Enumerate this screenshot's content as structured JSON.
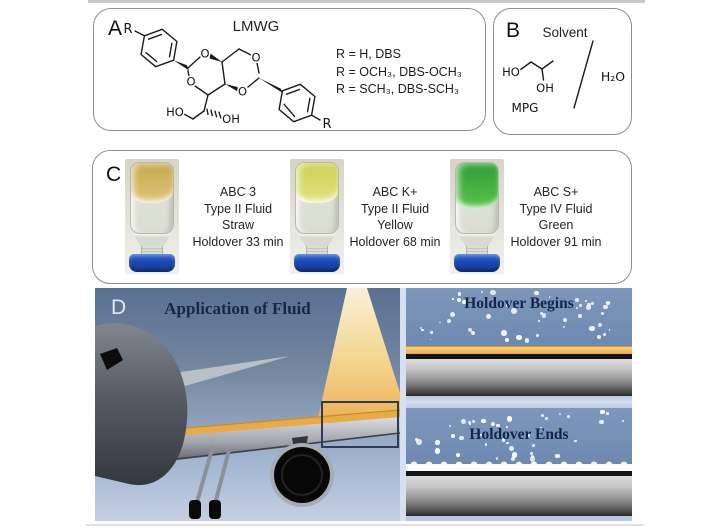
{
  "panelA": {
    "label": "A",
    "title": "LMWG",
    "r_line1": "R = H, DBS",
    "r_line2": "R = OCH₃, DBS-OCH₃",
    "r_line3": "R = SCH₃, DBS-SCH₃",
    "r_top": "R",
    "r_bottom": "R",
    "o1": "O",
    "o2": "O",
    "o3": "O",
    "o4": "O",
    "ho": "HO",
    "oh": "OH"
  },
  "panelB": {
    "label": "B",
    "title": "Solvent",
    "ho": "HO",
    "oh": "OH",
    "mpg": "MPG",
    "water": "H₂O"
  },
  "panelC": {
    "label": "C",
    "vials": [
      {
        "name": "ABC 3",
        "fluid_type": "Type II Fluid",
        "color_name": "Straw",
        "holdover": "Holdover 33 min",
        "liquid_color": "#c9a84e",
        "liquid_color2": "#dcc67a",
        "fill_pct": 57
      },
      {
        "name": "ABC K+",
        "fluid_type": "Type II Fluid",
        "color_name": "Yellow",
        "holdover": "Holdover 68 min",
        "liquid_color": "#ccd14f",
        "liquid_color2": "#e0e383",
        "fill_pct": 57
      },
      {
        "name": "ABC S+",
        "fluid_type": "Type IV Fluid",
        "color_name": "Green",
        "holdover": "Holdover 91 min",
        "liquid_color": "#2f9e36",
        "liquid_color2": "#5cc14c",
        "fill_pct": 66
      }
    ]
  },
  "panelD": {
    "label": "D",
    "left_title": "Application of Fluid",
    "top_right_title": "Holdover Begins",
    "bottom_right_title": "Holdover Ends"
  },
  "colors": {
    "fluid_orange": "#edac43",
    "cap_blue": "#1b4ab4",
    "sky_blue": "#6e89b0",
    "title_navy": "#16264b"
  }
}
